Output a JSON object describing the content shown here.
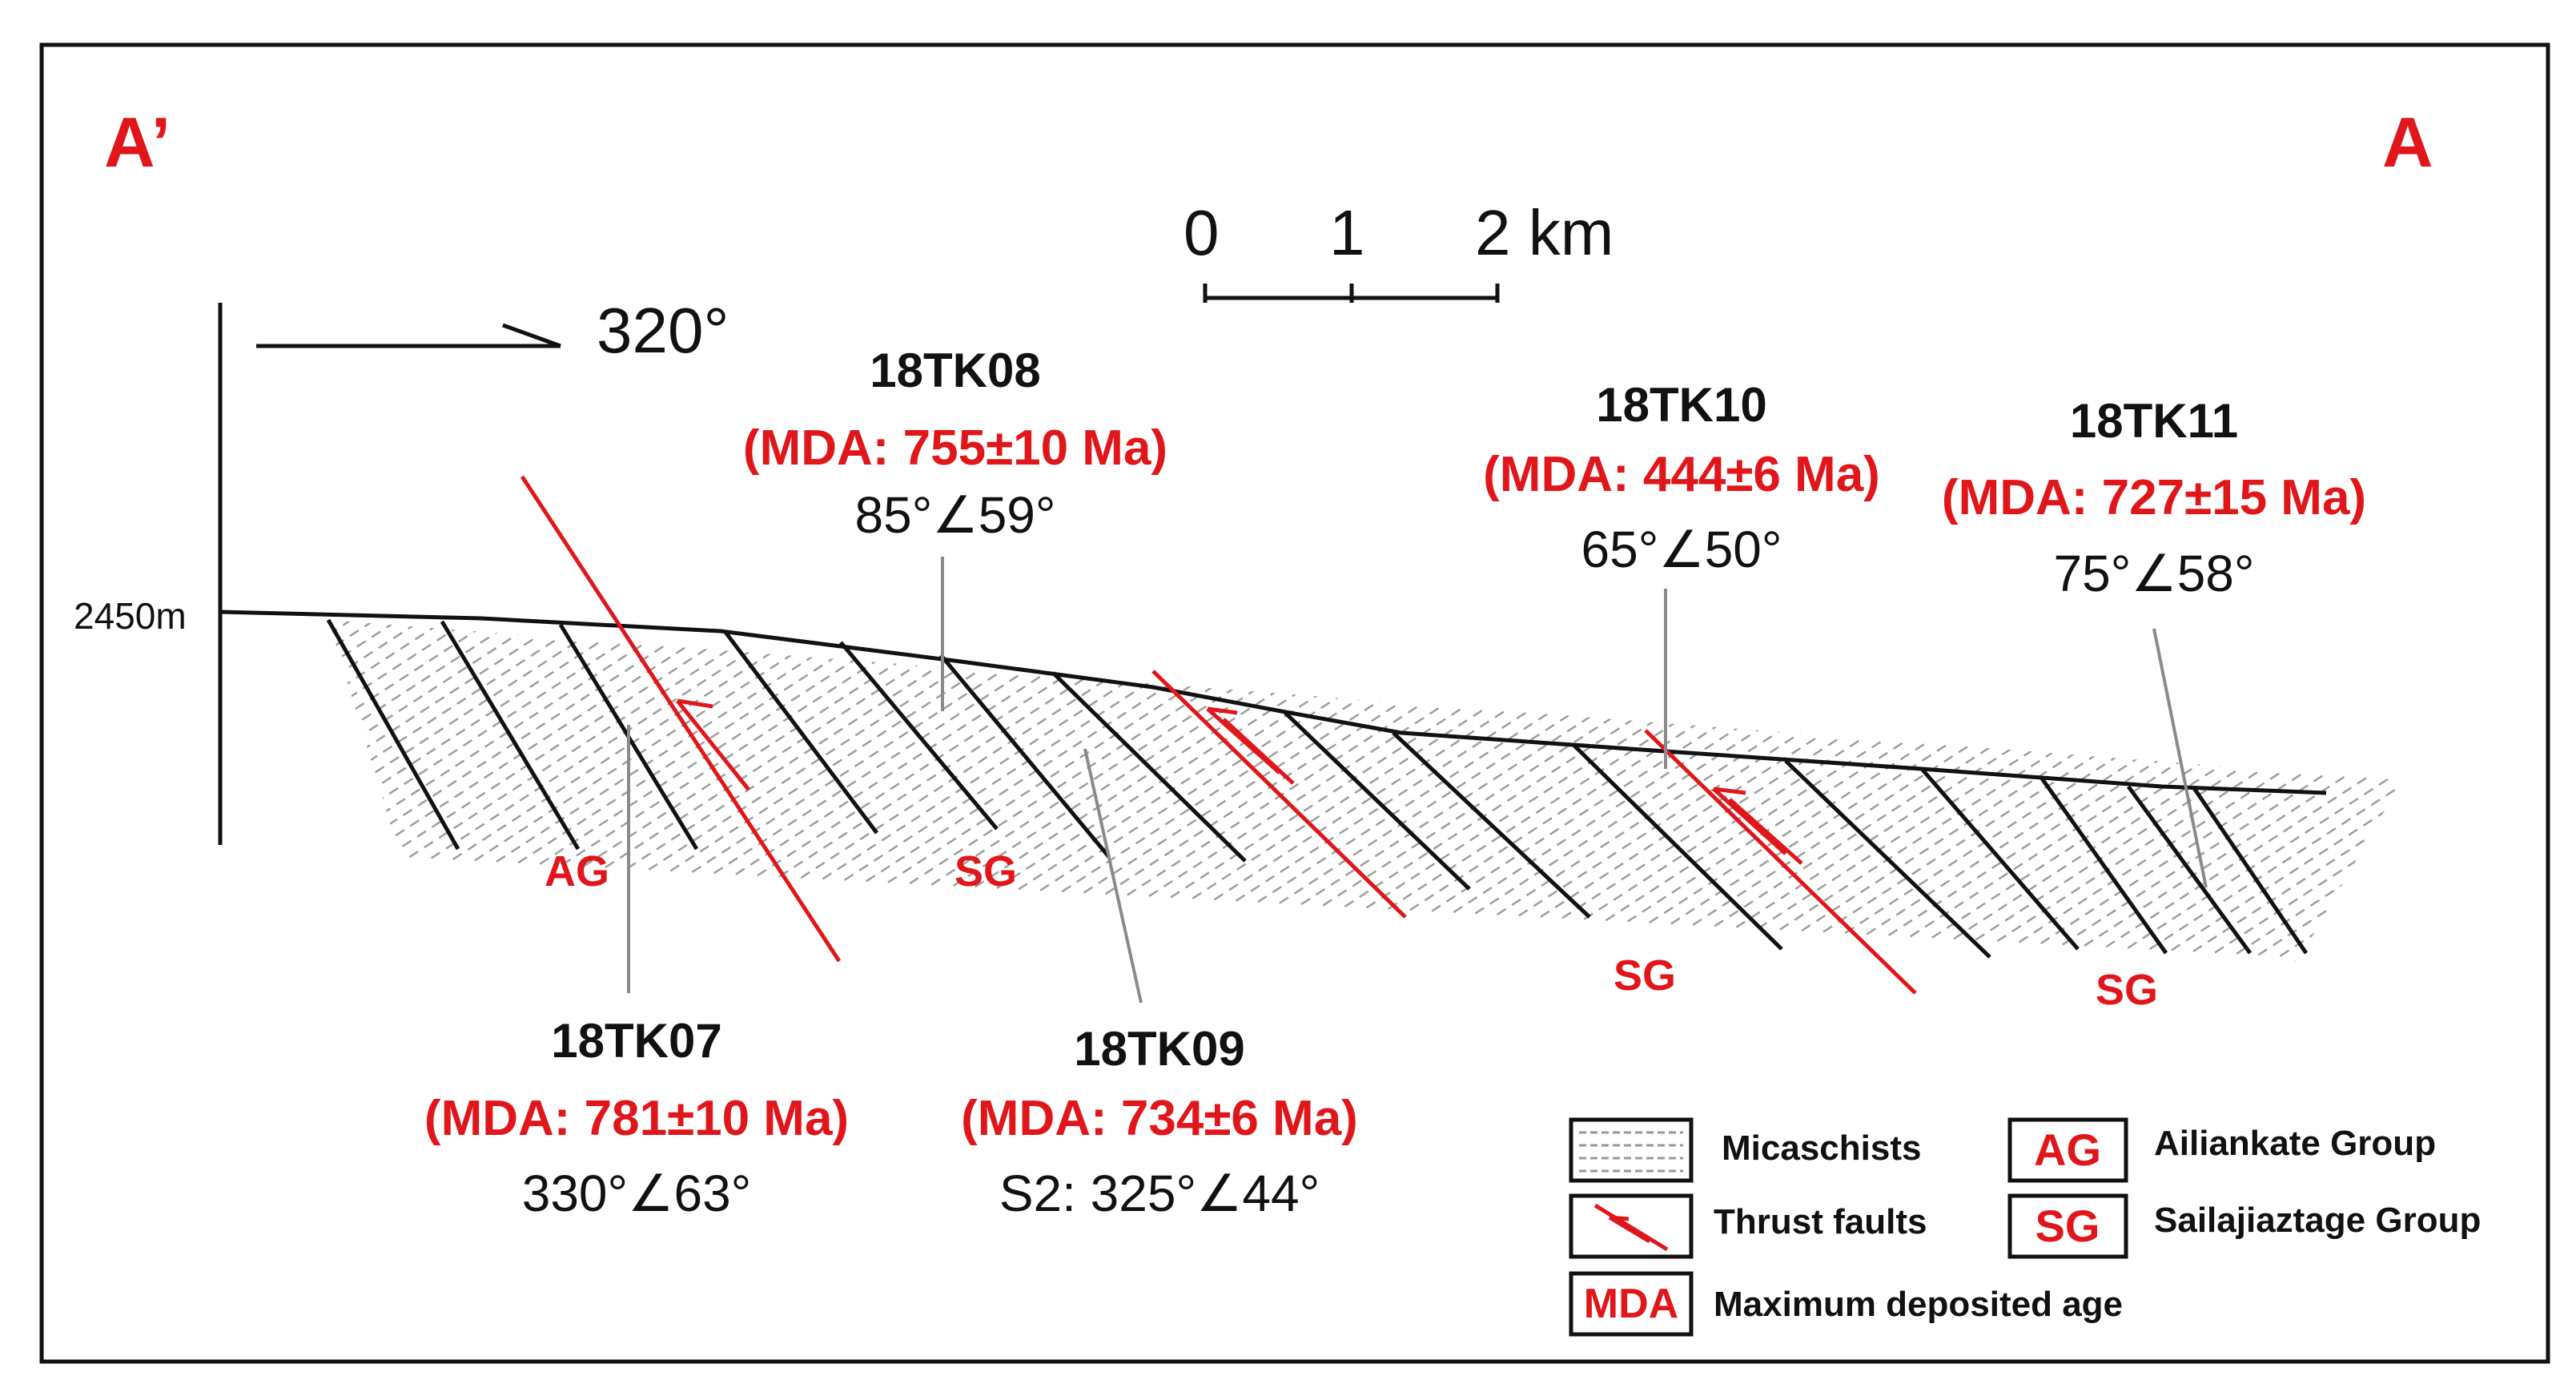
{
  "section": {
    "end_left": "A’",
    "end_right": "A",
    "elevation_label": "2450m",
    "direction_label": "320°"
  },
  "scale_bar": {
    "tick0": "0",
    "tick1": "1",
    "tick2": "2 km"
  },
  "samples": [
    {
      "id": "18TK08",
      "mda": "(MDA: 755±10 Ma)",
      "attitude": "85°∠59°"
    },
    {
      "id": "18TK10",
      "mda": "(MDA: 444±6 Ma)",
      "attitude": "65°∠50°"
    },
    {
      "id": "18TK11",
      "mda": "(MDA: 727±15 Ma)",
      "attitude": "75°∠58°"
    },
    {
      "id": "18TK07",
      "mda": "(MDA: 781±10 Ma)",
      "attitude": "330°∠63°"
    },
    {
      "id": "18TK09",
      "mda": "(MDA: 734±6 Ma)",
      "attitude": "S2: 325°∠44°"
    }
  ],
  "group_labels": [
    "AG",
    "SG",
    "SG",
    "SG"
  ],
  "legend": {
    "micaschists": "Micaschists",
    "thrust_faults": "Thrust faults",
    "mda_box": "MDA",
    "mda_text": "Maximum deposited age",
    "ag_box": "AG",
    "ag_text": "Ailiankate Group",
    "sg_box": "SG",
    "sg_text": "Sailajiaztage Group"
  },
  "colors": {
    "red": "#e0161b",
    "black": "#111111",
    "hatch": "#9a9a9a",
    "leader": "#8a8a8a"
  }
}
